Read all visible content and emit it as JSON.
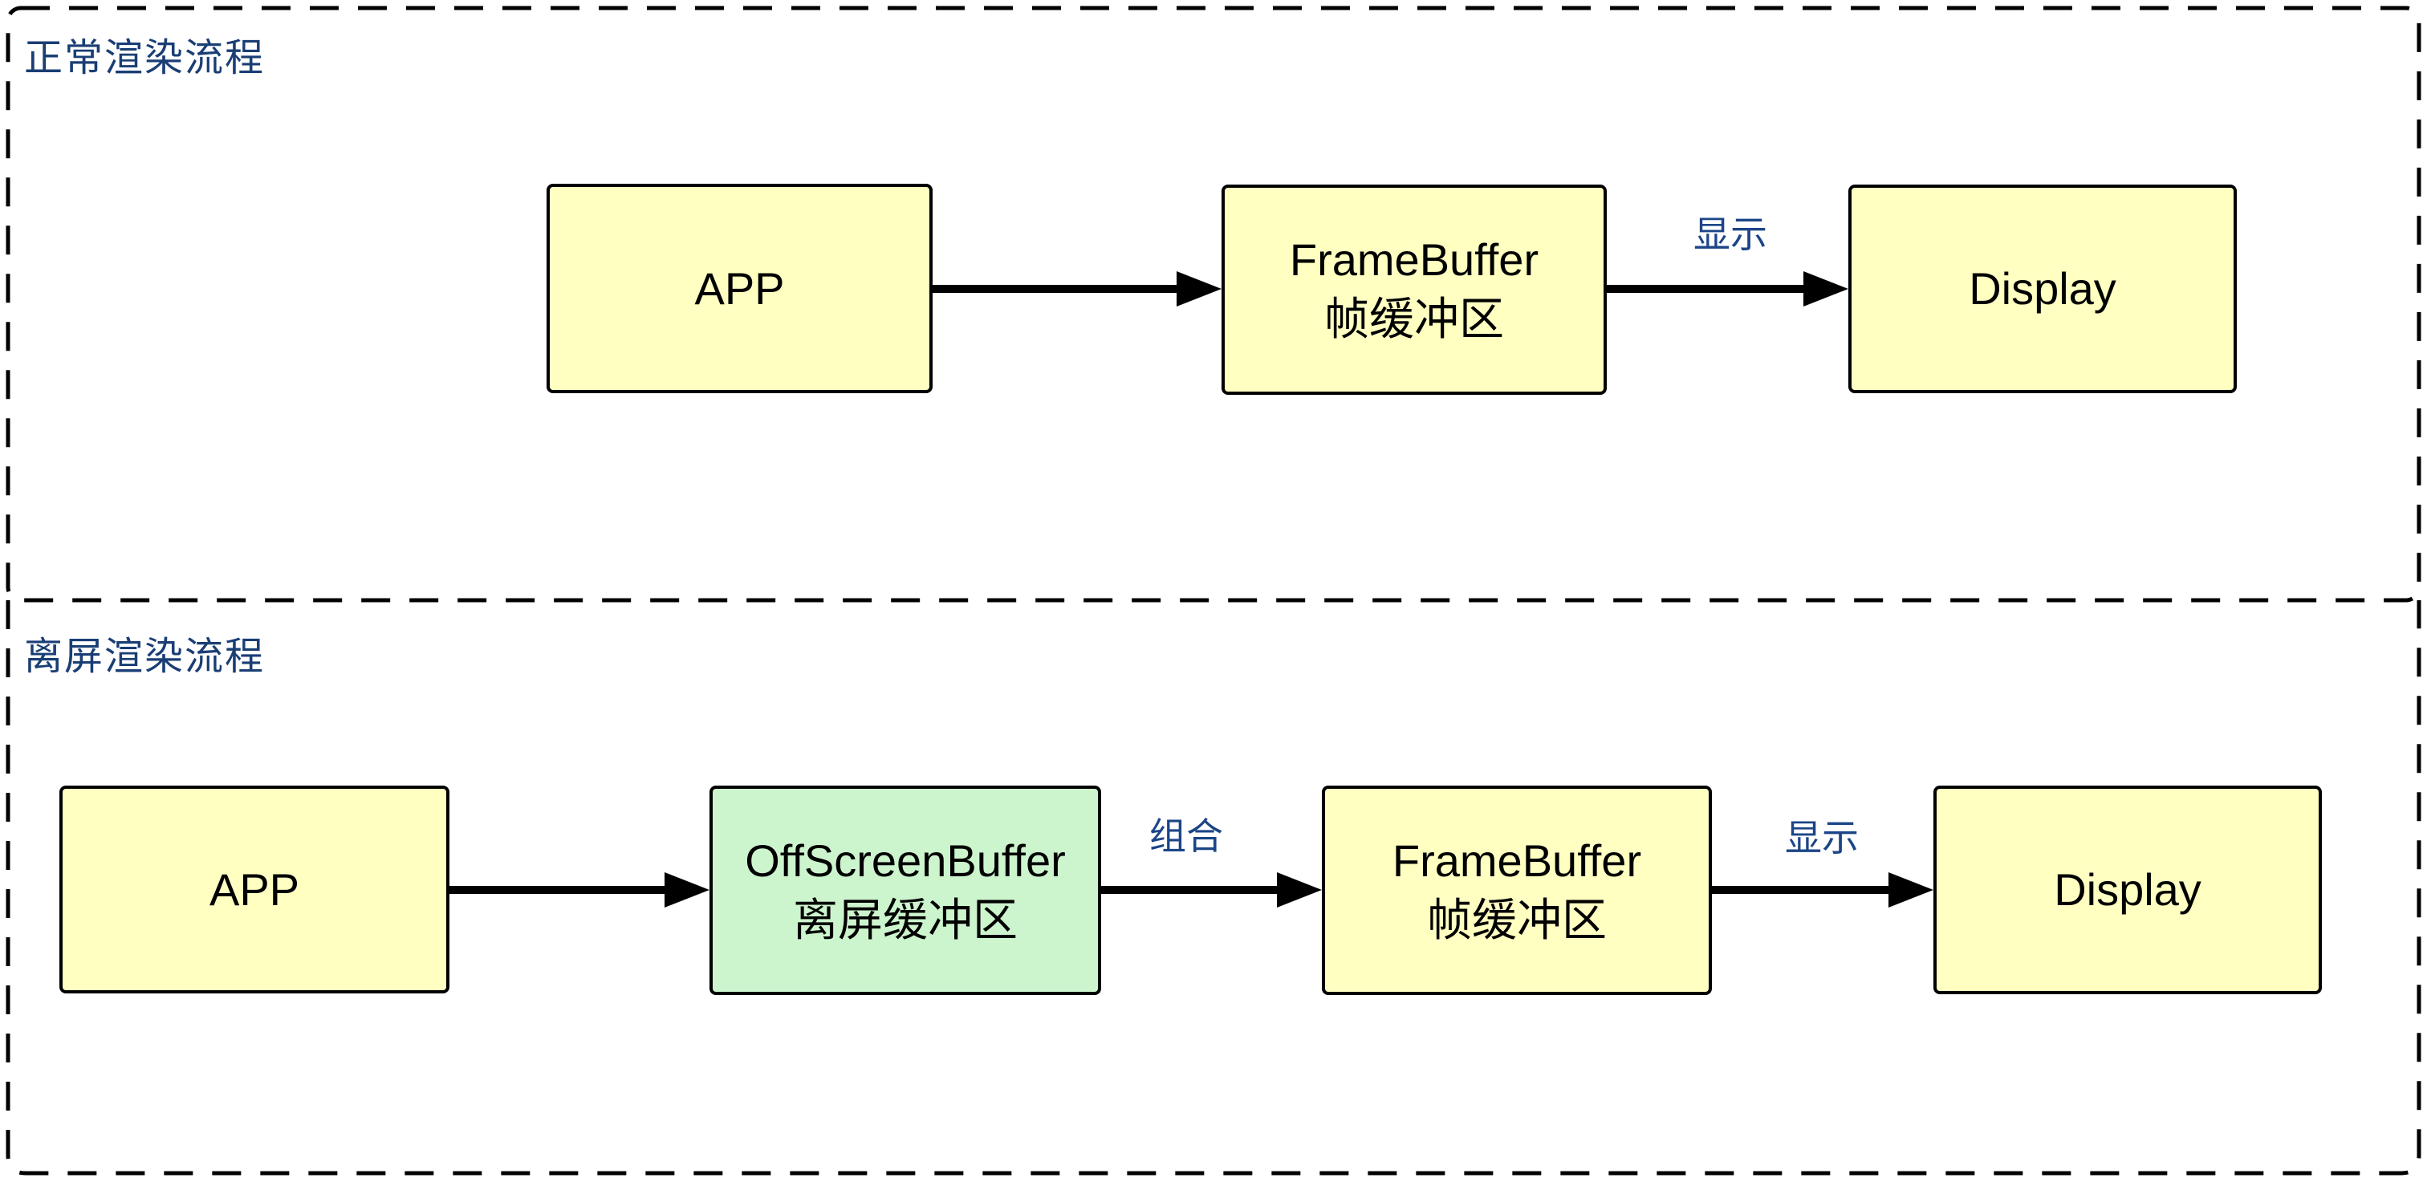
{
  "colors": {
    "canvas_white": "#ffffff",
    "node_yellow": "#ffffc2",
    "node_green": "#ccf4cd",
    "title_blue": "#1a3e74",
    "edge_label_blue": "#1c4587",
    "line_black": "#000000"
  },
  "sections": [
    {
      "title": "正常渲染流程",
      "nodes": [
        {
          "line1": "APP",
          "line2": ""
        },
        {
          "line1": "FrameBuffer",
          "line2": "帧缓冲区"
        },
        {
          "line1": "Display",
          "line2": ""
        }
      ],
      "edges": [
        {
          "from": "APP",
          "to": "FrameBuffer",
          "label": ""
        },
        {
          "from": "FrameBuffer",
          "to": "Display",
          "label": "显示"
        }
      ]
    },
    {
      "title": "离屏渲染流程",
      "nodes": [
        {
          "line1": "APP",
          "line2": ""
        },
        {
          "line1": "OffScreenBuffer",
          "line2": "离屏缓冲区"
        },
        {
          "line1": "FrameBuffer",
          "line2": "帧缓冲区"
        },
        {
          "line1": "Display",
          "line2": ""
        }
      ],
      "edges": [
        {
          "from": "APP",
          "to": "OffScreenBuffer",
          "label": ""
        },
        {
          "from": "OffScreenBuffer",
          "to": "FrameBuffer",
          "label": "组合"
        },
        {
          "from": "FrameBuffer",
          "to": "Display",
          "label": "显示"
        }
      ]
    }
  ]
}
